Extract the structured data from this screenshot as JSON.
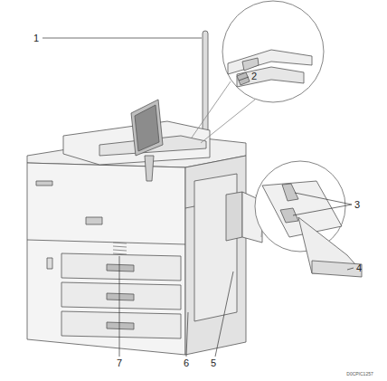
{
  "diagram": {
    "labels": [
      "1",
      "2",
      "3",
      "4",
      "5",
      "6",
      "7",
      "D0CPIC1257"
    ]
  }
}
